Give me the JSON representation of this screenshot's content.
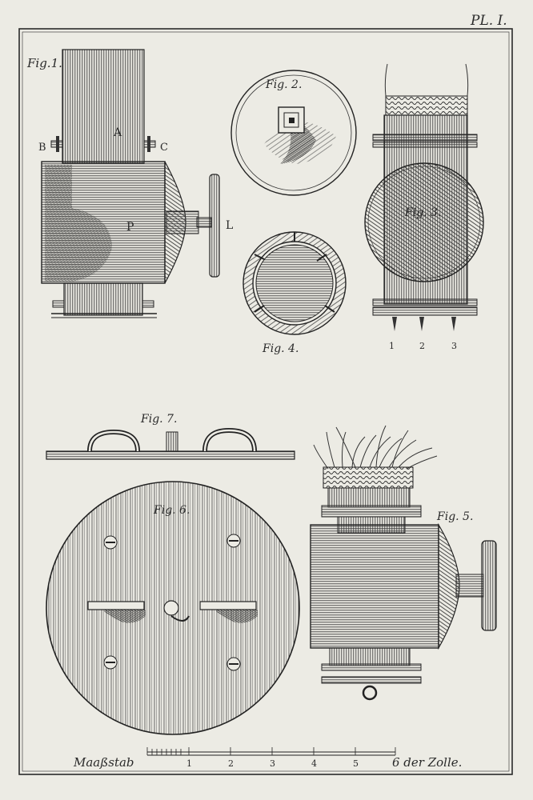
{
  "plate": {
    "number": "PL. I."
  },
  "figures": {
    "fig1": {
      "caption": "Fig.1.",
      "labels": {
        "a": "A",
        "b": "B",
        "c": "C",
        "p": "P",
        "l": "L"
      }
    },
    "fig2": {
      "caption": "Fig. 2."
    },
    "fig3": {
      "caption": "Fig. 3.",
      "pins": [
        "1",
        "2",
        "3"
      ]
    },
    "fig4": {
      "caption": "Fig. 4."
    },
    "fig5": {
      "caption": "Fig. 5."
    },
    "fig6": {
      "caption": "Fig. 6."
    },
    "fig7": {
      "caption": "Fig. 7."
    }
  },
  "scale": {
    "label": "Maaßstab",
    "ticks": [
      "1",
      "2",
      "3",
      "4",
      "5"
    ],
    "end": "6 der Zolle."
  },
  "colors": {
    "ink": "#2a2a2a",
    "paper": "#ecebe4"
  }
}
